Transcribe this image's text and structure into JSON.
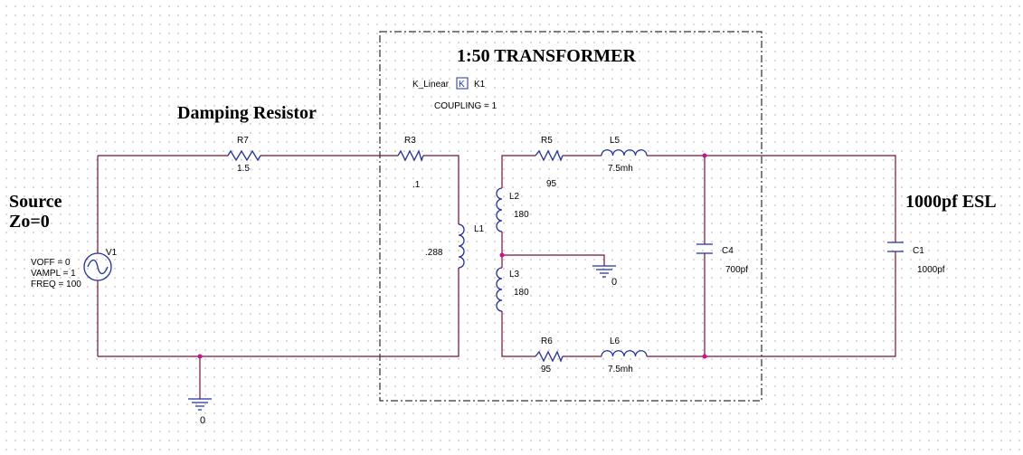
{
  "title": "1:50 TRANSFORMER",
  "heading_damping": "Damping Resistor",
  "heading_source_1": "Source",
  "heading_source_2": "Zo=0",
  "heading_esl": "1000pf ESL",
  "coupling": {
    "name": "K_Linear",
    "symbol": "K",
    "ref": "K1",
    "param": "COUPLING = 1"
  },
  "source": {
    "ref": "V1",
    "voff": "VOFF = 0",
    "vampl": "VAMPL = 1",
    "freq": "FREQ = 100",
    "icon": "sine-source-icon"
  },
  "components": {
    "R7": {
      "ref": "R7",
      "value": "1.5"
    },
    "R3": {
      "ref": "R3",
      "value": ".1"
    },
    "L1": {
      "ref": "L1",
      "value": ".288"
    },
    "L2": {
      "ref": "L2",
      "value": "180"
    },
    "L3": {
      "ref": "L3",
      "value": "180"
    },
    "R5": {
      "ref": "R5",
      "value": "95"
    },
    "R6": {
      "ref": "R6",
      "value": "95"
    },
    "L5": {
      "ref": "L5",
      "value": "7.5mh"
    },
    "L6": {
      "ref": "L6",
      "value": "7.5mh"
    },
    "C4": {
      "ref": "C4",
      "value": "700pf"
    },
    "C1": {
      "ref": "C1",
      "value": "1000pf"
    }
  },
  "grounds": {
    "primary": "0",
    "secondary": "0"
  },
  "colors": {
    "wire": "#7a1030",
    "component": "#2030a0",
    "node": "#d0108a",
    "border": "#000000"
  }
}
